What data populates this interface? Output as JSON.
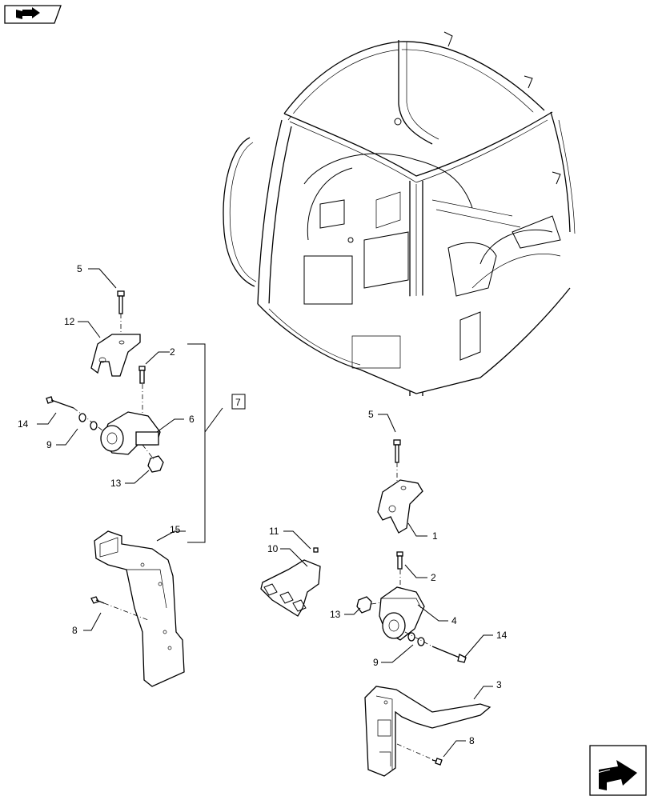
{
  "callouts": {
    "c1": "1",
    "c2a": "2",
    "c2b": "2",
    "c3": "3",
    "c4": "4",
    "c5a": "5",
    "c5b": "5",
    "c6": "6",
    "c7": "7",
    "c8a": "8",
    "c8b": "8",
    "c9a": "9",
    "c9b": "9",
    "c10": "10",
    "c11": "11",
    "c12": "12",
    "c13a": "13",
    "c13b": "13",
    "c14a": "14",
    "c14b": "14",
    "c15": "15"
  },
  "icons": {
    "top_left": "book-arrow-icon",
    "bottom_right": "next-page-arrow-icon"
  }
}
